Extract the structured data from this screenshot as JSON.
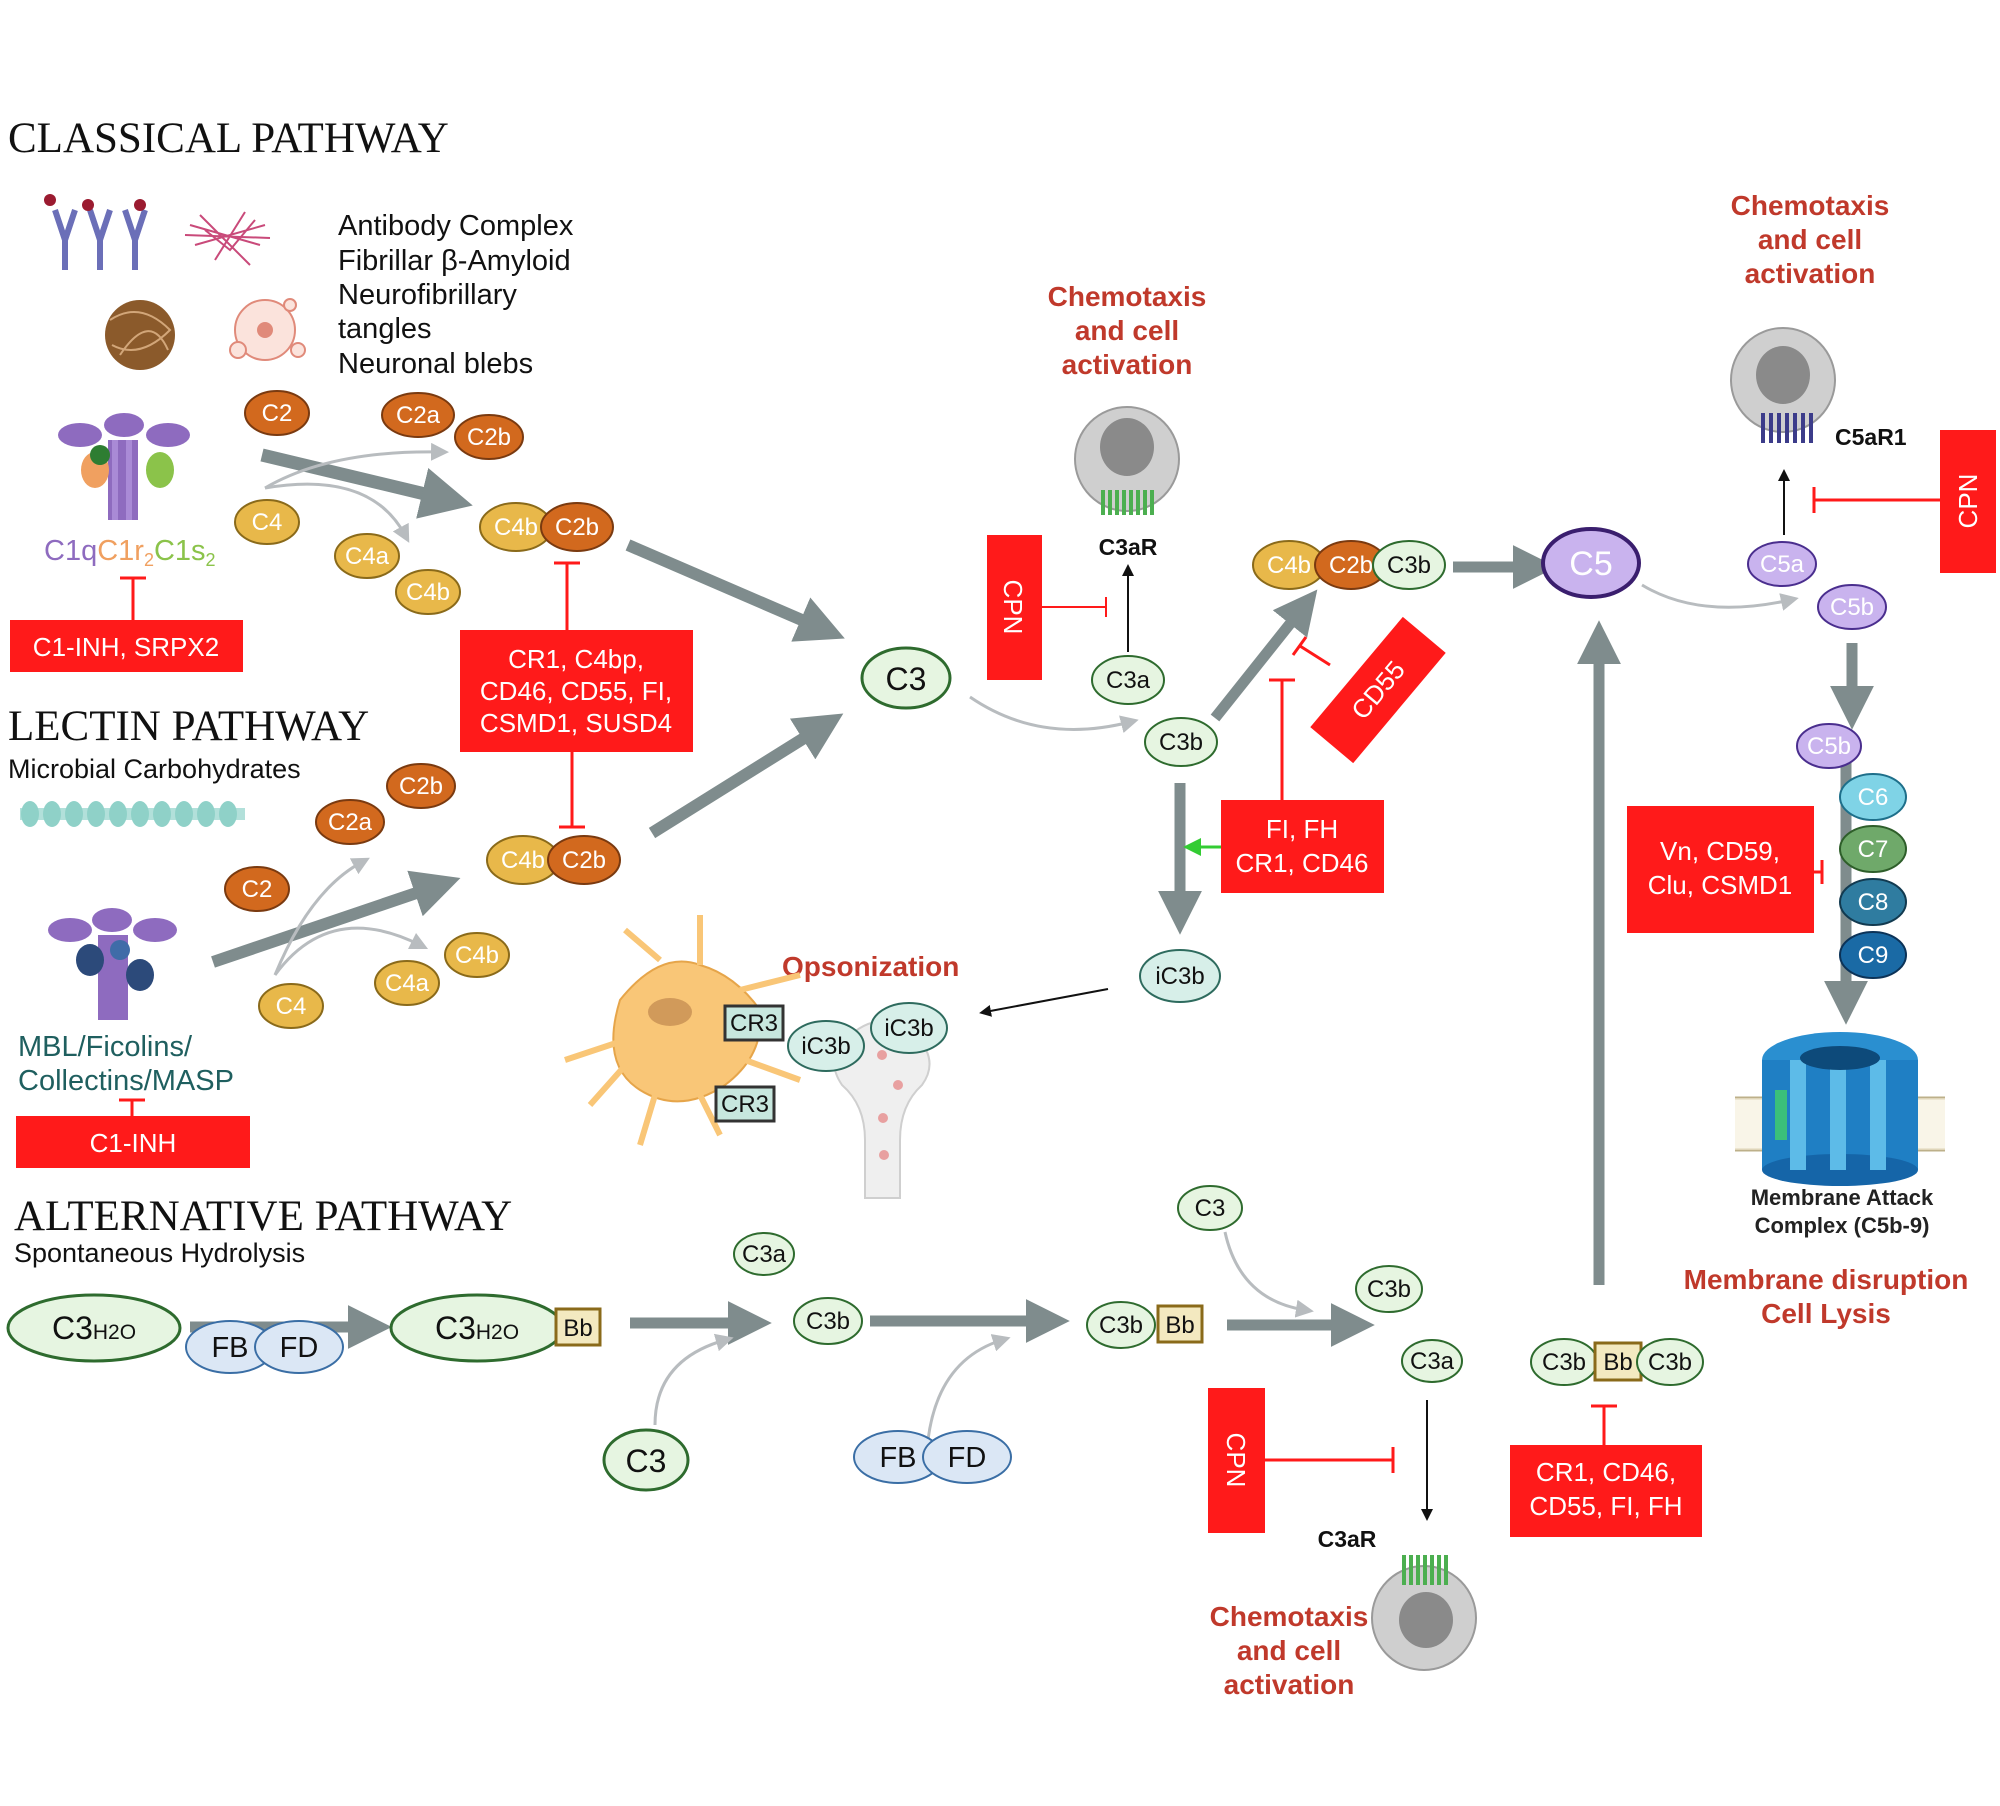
{
  "pathways": {
    "classical": "CLASSICAL PATHWAY",
    "lectin": "LECTIN PATHWAY",
    "alternative": "ALTERNATIVE PATHWAY"
  },
  "triggers": {
    "classical": [
      "Antibody Complex",
      "Fibrillar β-Amyloid",
      "Neurofibrillary",
      "tangles",
      "Neuronal blebs"
    ],
    "lectin": "Microbial Carbohydrates",
    "alternative": "Spontaneous Hydrolysis"
  },
  "initiators": {
    "c1_complex": {
      "c1q": "C1q",
      "c1r": "C1r",
      "sub2a": "2",
      "c1s": "C1s",
      "sub2b": "2"
    },
    "lectin_complex_line1": "MBL/Ficolins/",
    "lectin_complex_line2": "Collectins/MASP"
  },
  "molecules": {
    "c2": "C2",
    "c2a": "C2a",
    "c2b": "C2b",
    "c4": "C4",
    "c4a": "C4a",
    "c4b": "C4b",
    "c3": "C3",
    "c3a": "C3a",
    "c3b": "C3b",
    "ic3b": "iC3b",
    "c5": "C5",
    "c5a": "C5a",
    "c5b": "C5b",
    "c6": "C6",
    "c7": "C7",
    "c8": "C8",
    "c9": "C9",
    "fb": "FB",
    "fd": "FD",
    "bb": "Bb",
    "c3_main": "C3",
    "c3_sub": "H2O",
    "cr3": "CR3"
  },
  "receptors": {
    "c3ar": "C3aR",
    "c5ar1": "C5aR1"
  },
  "inhibitors": {
    "c1inh_srpx2": "C1-INH, SRPX2",
    "c1inh": "C1-INH",
    "convertase_reg": [
      "CR1, C4bp,",
      "CD46, CD55, FI,",
      "CSMD1, SUSD4"
    ],
    "cpn": "CPN",
    "cd55": "CD55",
    "fi_fh": [
      "FI, FH",
      "CR1, CD46"
    ],
    "mac_reg": [
      "Vn, CD59,",
      "Clu, CSMD1"
    ],
    "alt_reg": [
      "CR1, CD46,",
      "CD55, FI, FH"
    ]
  },
  "outcomes": {
    "chemotaxis": [
      "Chemotaxis",
      "and cell",
      "activation"
    ],
    "opsonization": "Opsonization",
    "mac": [
      "Membrane Attack",
      "Complex (C5b-9)"
    ],
    "lysis": [
      "Membrane disruption",
      "Cell Lysis"
    ]
  },
  "colors": {
    "inhibitor_red": "#ff1a1a",
    "outcome_red": "#c0392b",
    "c2_orange": "#d2691e",
    "c4_yellow": "#e8b84a",
    "c3_green": "#e6f5e1",
    "c5_purple": "#c9b3ee",
    "arrow_gray": "#7f8c8d"
  }
}
